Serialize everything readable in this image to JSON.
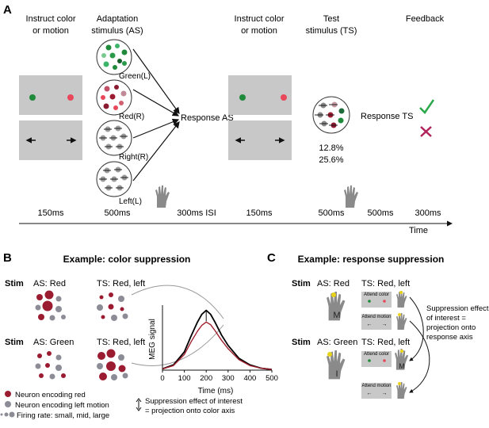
{
  "panel_a": {
    "label": "A",
    "col1": {
      "line1": "Instruct color",
      "line2": "or motion"
    },
    "col2": {
      "line1": "Adaptation",
      "line2": "stimulus (AS)"
    },
    "col3": {
      "line1": "Instruct color",
      "line2": "or motion"
    },
    "col4": {
      "line1": "Test",
      "line2": "stimulus (TS)"
    },
    "col5": {
      "line1": "Feedback"
    },
    "as_labels": [
      "Green(L)",
      "Red(R)",
      "Right(R)",
      "Left(L)"
    ],
    "response_as": "Response AS",
    "response_ts": "Response TS",
    "coherence": [
      "12.8%",
      "25.6%"
    ],
    "timeline": [
      "150ms",
      "500ms",
      "300ms ISI",
      "150ms",
      "500ms",
      "500ms",
      "300ms"
    ],
    "time_label": "Time",
    "colors": {
      "green": "#1e8a3a",
      "red": "#e8485a",
      "correct": "#2aa84a",
      "wrong": "#b0225a",
      "gray_box": "#c8c8c8"
    }
  },
  "panel_b": {
    "label": "B",
    "title": "Example: color suppression",
    "stim": "Stim",
    "row1_as": "AS: Red",
    "row1_ts": "TS: Red, left",
    "row2_as": "AS: Green",
    "row2_ts": "TS: Red, left",
    "legend": {
      "red_neuron": "Neuron encoding red",
      "gray_neuron": "Neuron encoding left motion",
      "firing_rate": "Firing rate: small, mid, large"
    },
    "suppression_note": {
      "line1": "Suppression effect of interest",
      "line2": "= projection onto color axis"
    },
    "colors": {
      "red": "#9b1b30",
      "gray": "#8c8c96"
    }
  },
  "chart_data": {
    "type": "line",
    "title": "",
    "xlabel": "Time (ms)",
    "ylabel": "MEG signal",
    "xlim": [
      0,
      500
    ],
    "xticks": [
      0,
      100,
      200,
      300,
      400,
      500
    ],
    "series": [
      {
        "color": "#000000",
        "x": [
          0,
          50,
          100,
          130,
          160,
          180,
          200,
          220,
          240,
          270,
          300,
          350,
          400,
          450,
          500
        ],
        "y": [
          0.02,
          0.08,
          0.28,
          0.52,
          0.74,
          0.86,
          0.92,
          0.86,
          0.74,
          0.54,
          0.38,
          0.18,
          0.08,
          0.03,
          0.01
        ]
      },
      {
        "color": "#a0202e",
        "x": [
          0,
          50,
          100,
          130,
          160,
          180,
          200,
          220,
          240,
          270,
          300,
          350,
          400,
          450,
          500
        ],
        "y": [
          0.02,
          0.07,
          0.24,
          0.43,
          0.6,
          0.69,
          0.74,
          0.7,
          0.61,
          0.46,
          0.33,
          0.16,
          0.07,
          0.03,
          0.01
        ]
      }
    ]
  },
  "panel_c": {
    "label": "C",
    "title": "Example: response suppression",
    "stim": "Stim",
    "row1_as": "AS: Red",
    "row1_ts": "TS: Red, left",
    "row2_as": "AS: Green",
    "row2_ts": "TS: Red, left",
    "attend_color": "Attend color",
    "attend_motion": "Attend motion",
    "hand_letters": [
      "M",
      "I",
      "M"
    ],
    "note": [
      "Suppression effect",
      "of interest =",
      "projection onto",
      "response axis"
    ],
    "colors": {
      "yellow": "#e8d21a"
    }
  }
}
